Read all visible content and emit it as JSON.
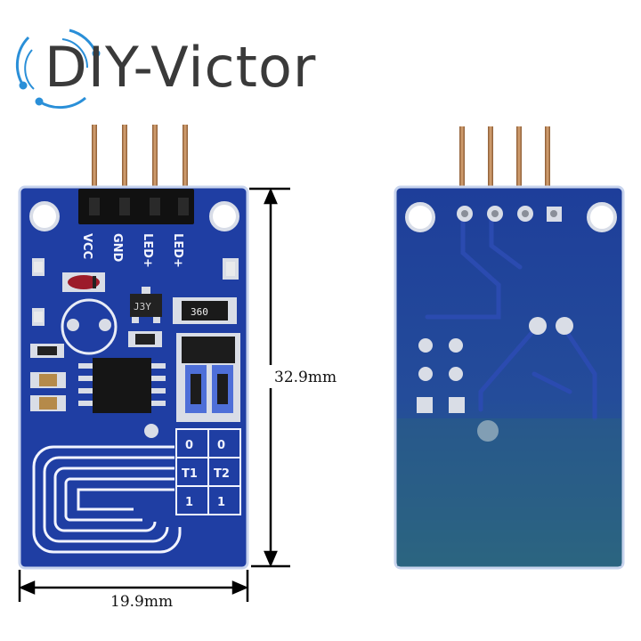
{
  "brand": {
    "name": "DIY-Victor"
  },
  "dimensions": {
    "height": "32.9mm",
    "width": "19.9mm"
  },
  "front_board": {
    "pins": [
      "VCC",
      "GND",
      "LED+",
      "LED+"
    ],
    "resistor_marking": "360",
    "transistor_marking": "J3Y",
    "jumper_labels": {
      "col1": [
        "0",
        "T1",
        "1"
      ],
      "col2": [
        "0",
        "T2",
        "1"
      ]
    }
  },
  "colors": {
    "pcb": "#1f3ea3",
    "pcb_edge": "#c8d4ee",
    "pad": "#d9dde6",
    "pin": "#b07a4a",
    "touch_area": "#2a5f82"
  }
}
